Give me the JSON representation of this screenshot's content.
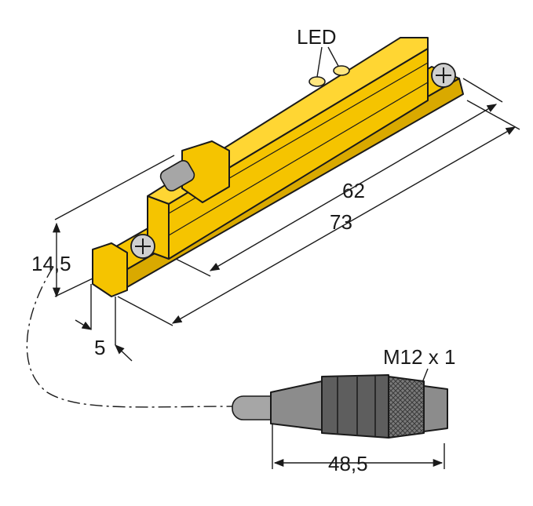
{
  "labels": {
    "led": "LED",
    "length_62": "62",
    "length_73": "73",
    "height": "14,5",
    "width": "5",
    "thread": "M12 x 1",
    "connector_length": "48,5"
  },
  "colors": {
    "housing": "#f5c400",
    "housing_dark": "#d9a900",
    "housing_top": "#ffd633",
    "connector": "#8c8c8c",
    "connector_dark": "#5e5e5e",
    "cable": "#a6a6a6"
  }
}
